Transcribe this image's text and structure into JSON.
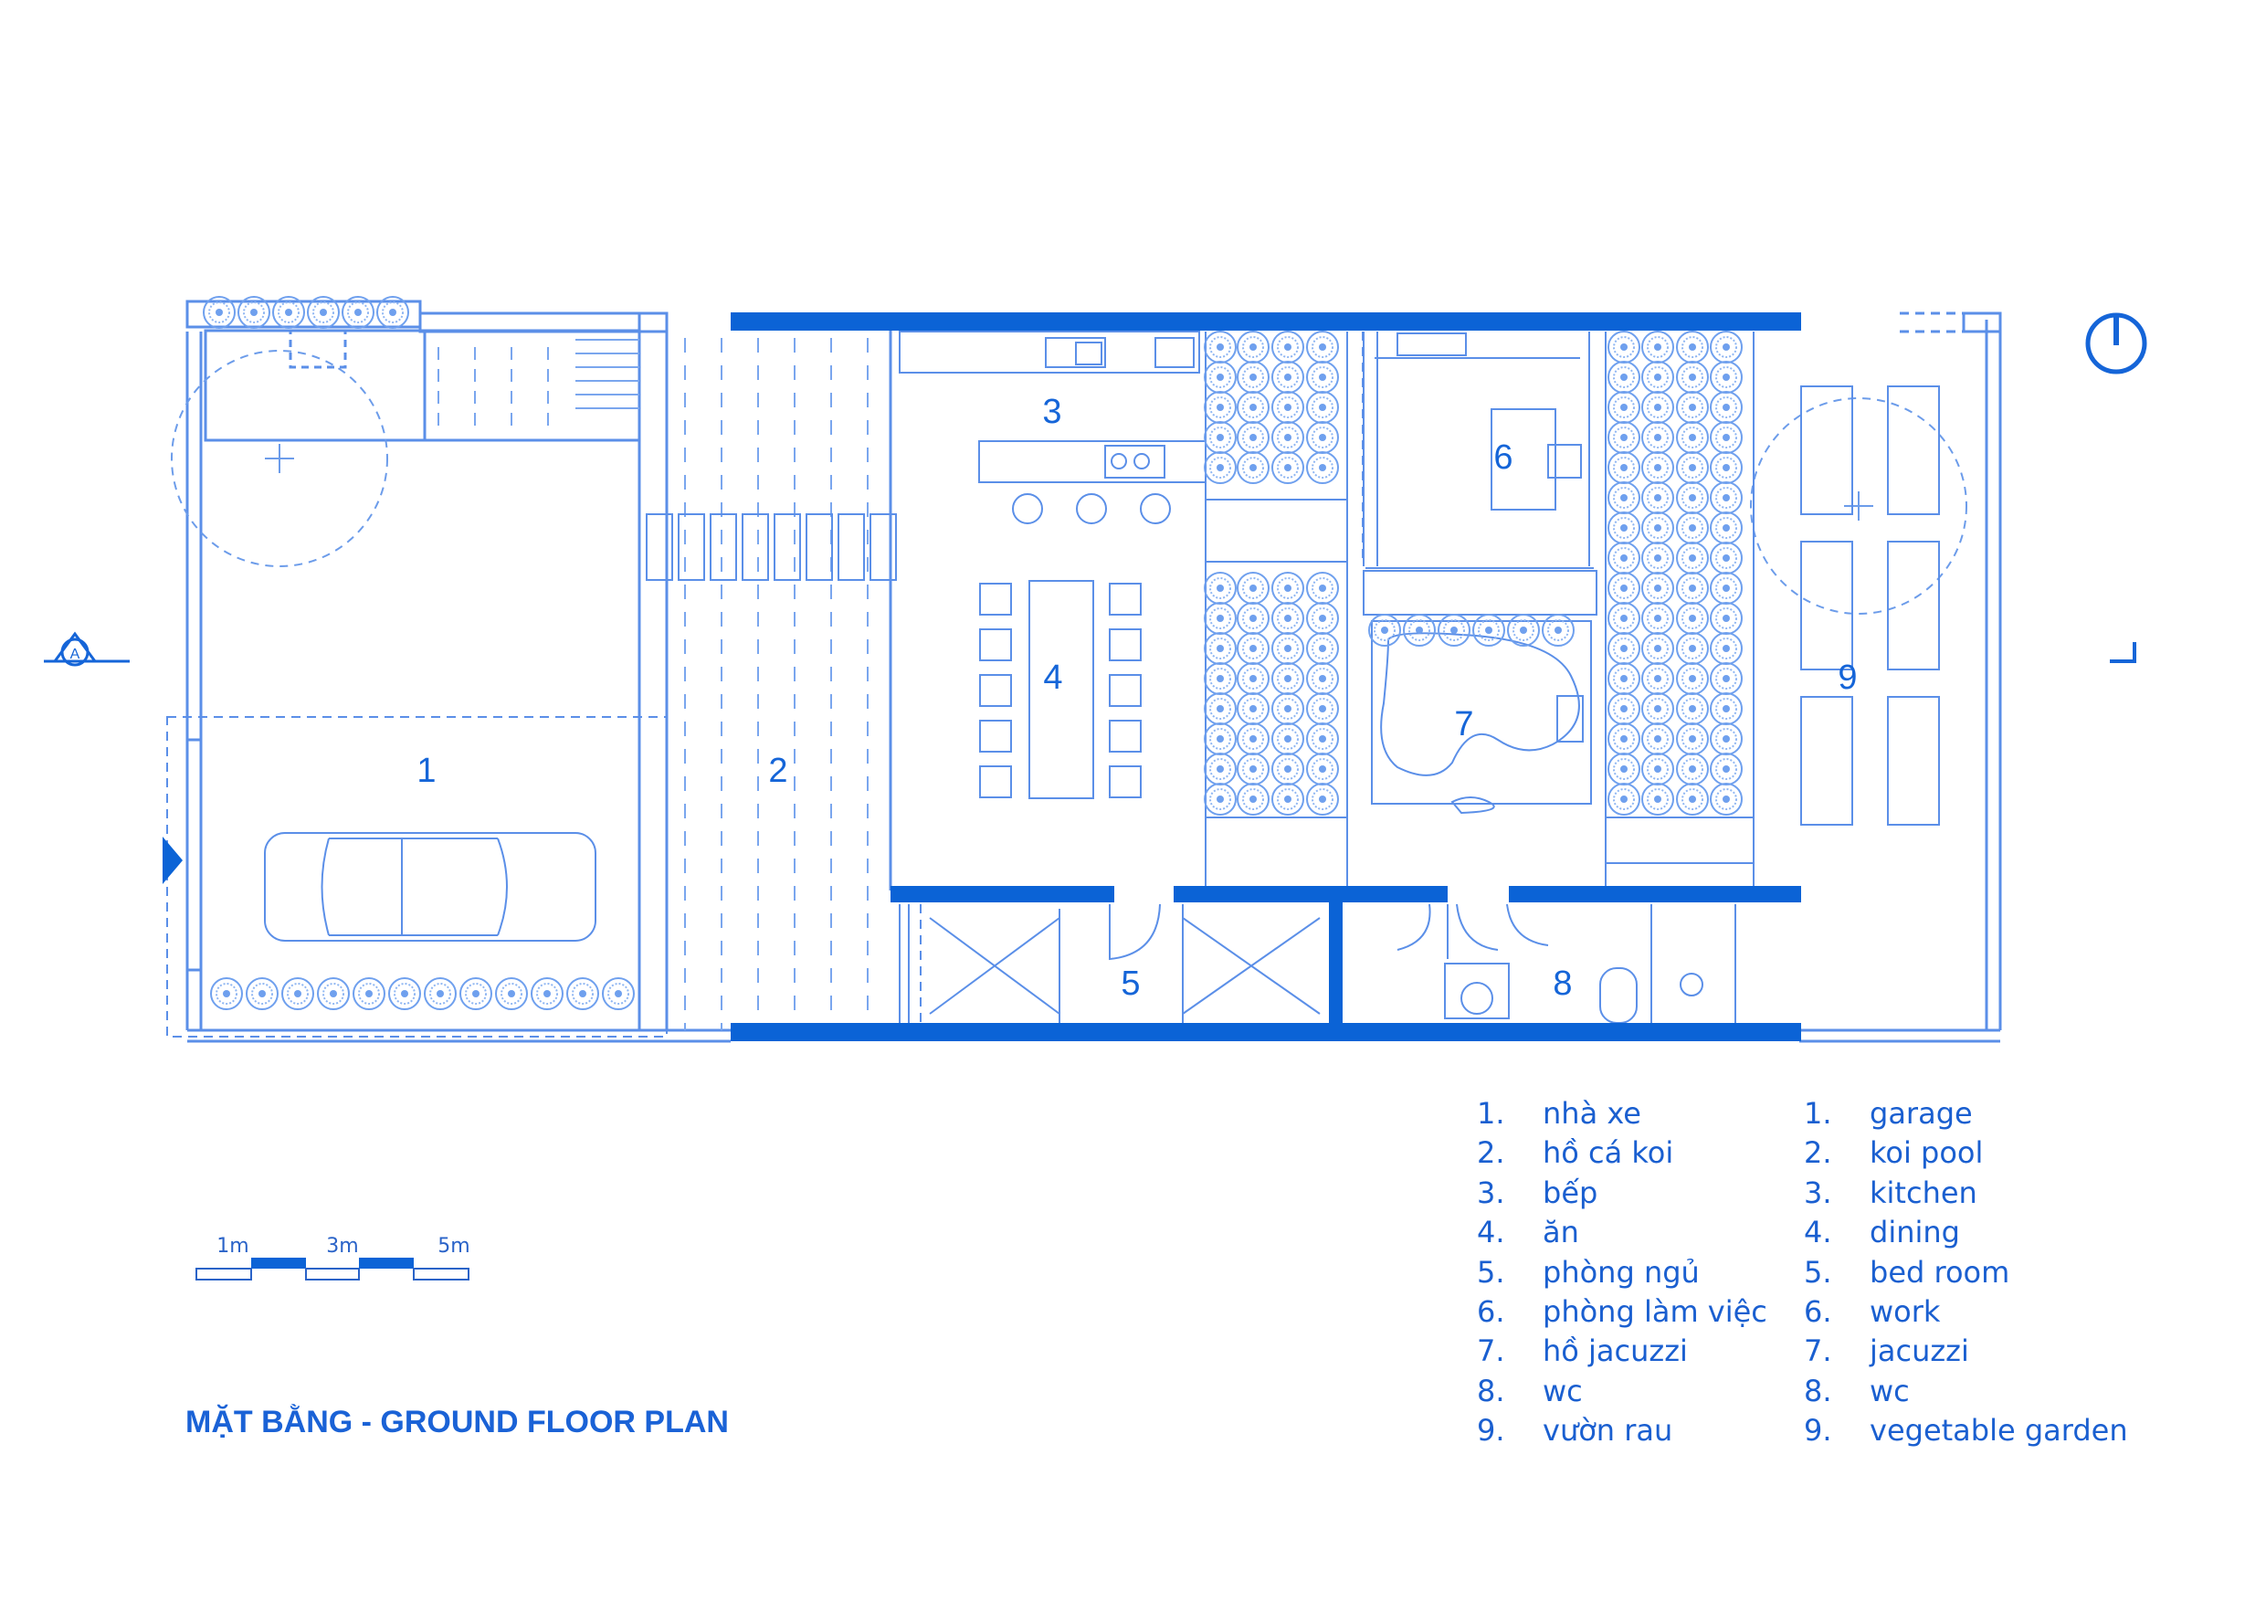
{
  "title": "MẶT BẰNG - GROUND FLOOR PLAN",
  "colors": {
    "primary": "#1565d8",
    "line": "#5b8fe8",
    "fill": "#0b63d6"
  },
  "section_marker": "A",
  "rooms": [
    {
      "number": "1",
      "vi": "nhà xe",
      "en": "garage"
    },
    {
      "number": "2",
      "vi": "hồ cá koi",
      "en": "koi pool"
    },
    {
      "number": "3",
      "vi": "bếp",
      "en": "kitchen"
    },
    {
      "number": "4",
      "vi": "ăn",
      "en": "dining"
    },
    {
      "number": "5",
      "vi": "phòng ngủ",
      "en": "bed room"
    },
    {
      "number": "6",
      "vi": "phòng làm việc",
      "en": "work"
    },
    {
      "number": "7",
      "vi": "hồ jacuzzi",
      "en": "jacuzzi"
    },
    {
      "number": "8",
      "vi": "wc",
      "en": "wc"
    },
    {
      "number": "9",
      "vi": "vườn rau",
      "en": "vegetable garden"
    }
  ],
  "legend_index": [
    "1.",
    "2.",
    "3.",
    "4.",
    "5.",
    "6.",
    "7.",
    "8.",
    "9."
  ],
  "scale": {
    "labels": [
      "1m",
      "3m",
      "5m"
    ]
  }
}
